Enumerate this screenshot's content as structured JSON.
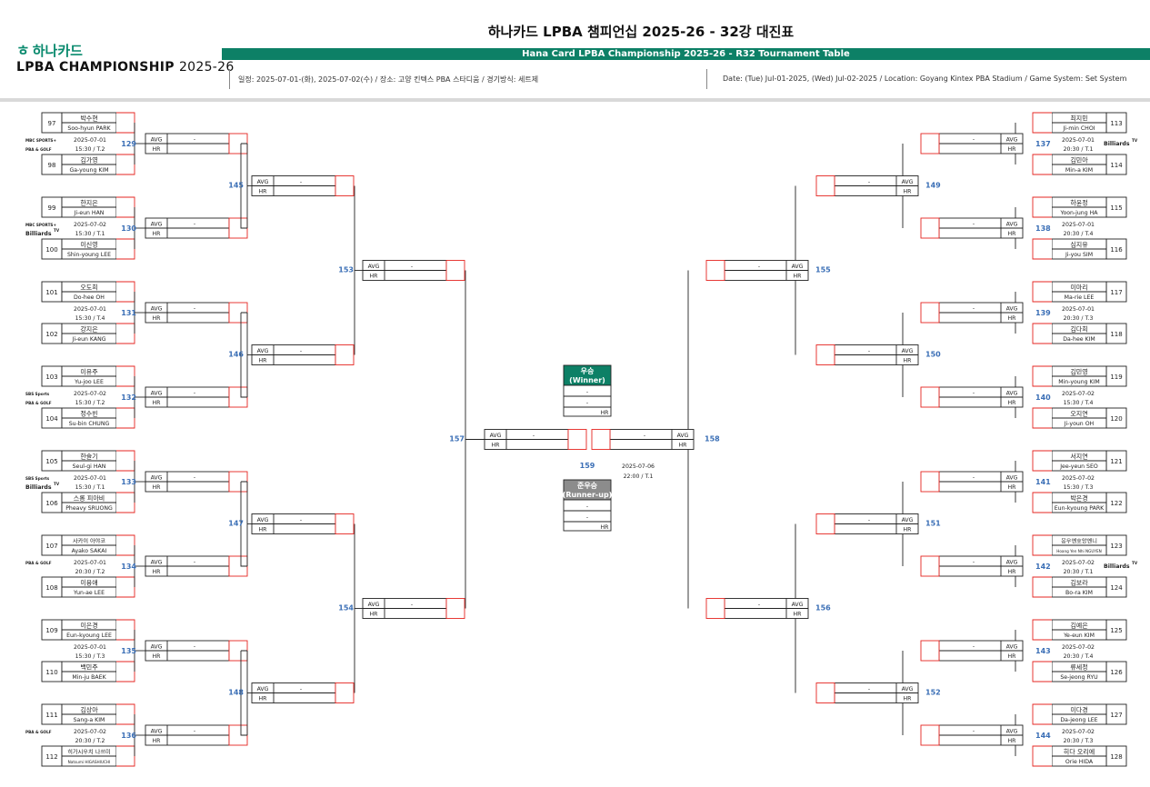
{
  "header": {
    "logo_symbol": "ㅎ",
    "logo_name": "하나카드",
    "logo_champ": "LPBA CHAMPIONSHIP",
    "logo_year": "2025-26",
    "title_ko": "하나카드 LPBA 챔피언십 2025-26 - 32강 대진표",
    "title_en": "Hana Card LPBA Championship 2025-26 - R32 Tournament Table",
    "info_ko": "일정: 2025-07-01-(화), 2025-07-02(수) / 장소: 고양 킨텍스 PBA 스타디움 / 경기방식: 세트제",
    "info_en": "Date: (Tue) Jul-01-2025, (Wed) Jul-02-2025 / Location: Goyang Kintex PBA Stadium / Game System: Set System"
  },
  "labels": {
    "avg": "AVG",
    "hr": "HR",
    "dash": "-"
  },
  "broadcast": {
    "mbc": "MBC SPORTS+",
    "pba": "PBA & GOLF",
    "billiards": "Billiards",
    "billiards_sup": "TV",
    "sbs": "SBS Sports"
  },
  "players": [
    {
      "seed": "97",
      "ko": "박수현",
      "en": "Soo-hyun PARK"
    },
    {
      "seed": "98",
      "ko": "김가영",
      "en": "Ga-young KIM"
    },
    {
      "seed": "99",
      "ko": "한지은",
      "en": "Ji-eun HAN"
    },
    {
      "seed": "100",
      "ko": "이신영",
      "en": "Shin-young LEE"
    },
    {
      "seed": "101",
      "ko": "오도희",
      "en": "Do-hee OH"
    },
    {
      "seed": "102",
      "ko": "강지은",
      "en": "Ji-eun KANG"
    },
    {
      "seed": "103",
      "ko": "이유주",
      "en": "Yu-joo LEE"
    },
    {
      "seed": "104",
      "ko": "정수빈",
      "en": "Su-bin CHUNG"
    },
    {
      "seed": "105",
      "ko": "한슬기",
      "en": "Seul-gi HAN"
    },
    {
      "seed": "106",
      "ko": "스롱 피아비",
      "en": "Pheavy SRUONG"
    },
    {
      "seed": "107",
      "ko": "사카이 아야코",
      "en": "Ayako SAKAI"
    },
    {
      "seed": "108",
      "ko": "이용애",
      "en": "Yun-ae LEE"
    },
    {
      "seed": "109",
      "ko": "이은경",
      "en": "Eun-kyoung LEE"
    },
    {
      "seed": "110",
      "ko": "백민주",
      "en": "Min-ju BAEK"
    },
    {
      "seed": "111",
      "ko": "김상아",
      "en": "Sang-a KIM"
    },
    {
      "seed": "112",
      "ko": "히가시우치 나쓰미",
      "en": "Natsumi HIGASHIUCHI"
    },
    {
      "seed": "113",
      "ko": "최지민",
      "en": "Ji-min CHOI"
    },
    {
      "seed": "114",
      "ko": "김민아",
      "en": "Min-a KIM"
    },
    {
      "seed": "115",
      "ko": "하윤정",
      "en": "Yoon-jung HA"
    },
    {
      "seed": "116",
      "ko": "심지유",
      "en": "Ji-you SIM"
    },
    {
      "seed": "117",
      "ko": "이마리",
      "en": "Ma-rie LEE"
    },
    {
      "seed": "118",
      "ko": "김다희",
      "en": "Da-hee KIM"
    },
    {
      "seed": "119",
      "ko": "김민영",
      "en": "Min-young KIM"
    },
    {
      "seed": "120",
      "ko": "오지연",
      "en": "Ji-youn OH"
    },
    {
      "seed": "121",
      "ko": "서지연",
      "en": "Jee-yeun SEO"
    },
    {
      "seed": "122",
      "ko": "박은경",
      "en": "Eun-kyoung PARK"
    },
    {
      "seed": "123",
      "ko": "응우옌호앙옌니",
      "en": "Hoang Yen Nhi NGUYEN"
    },
    {
      "seed": "124",
      "ko": "김보라",
      "en": "Bo-ra KIM"
    },
    {
      "seed": "125",
      "ko": "김예은",
      "en": "Ye-eun KIM"
    },
    {
      "seed": "126",
      "ko": "류세정",
      "en": "Se-jeong RYU"
    },
    {
      "seed": "127",
      "ko": "이다경",
      "en": "Da-jeong LEE"
    },
    {
      "seed": "128",
      "ko": "히다 오리에",
      "en": "Orie HIDA"
    }
  ],
  "r32": [
    {
      "no": "129",
      "date": "2025-07-01",
      "time": "15:30 / T.2",
      "tv": [
        "mbc",
        "pba"
      ]
    },
    {
      "no": "130",
      "date": "2025-07-02",
      "time": "15:30 / T.1",
      "tv": [
        "mbc",
        "billiards"
      ]
    },
    {
      "no": "131",
      "date": "2025-07-01",
      "time": "15:30 / T.4",
      "tv": []
    },
    {
      "no": "132",
      "date": "2025-07-02",
      "time": "15:30 / T.2",
      "tv": [
        "sbs",
        "pba"
      ]
    },
    {
      "no": "133",
      "date": "2025-07-01",
      "time": "15:30 / T.1",
      "tv": [
        "sbs",
        "billiards"
      ]
    },
    {
      "no": "134",
      "date": "2025-07-01",
      "time": "20:30 / T.2",
      "tv": [
        "pba"
      ]
    },
    {
      "no": "135",
      "date": "2025-07-01",
      "time": "15:30 / T.3",
      "tv": []
    },
    {
      "no": "136",
      "date": "2025-07-02",
      "time": "20:30 / T.2",
      "tv": [
        "pba"
      ]
    },
    {
      "no": "137",
      "date": "2025-07-01",
      "time": "20:30 / T.1",
      "tv": [
        "billiards"
      ]
    },
    {
      "no": "138",
      "date": "2025-07-01",
      "time": "20:30 / T.4",
      "tv": []
    },
    {
      "no": "139",
      "date": "2025-07-01",
      "time": "20:30 / T.3",
      "tv": []
    },
    {
      "no": "140",
      "date": "2025-07-02",
      "time": "15:30 / T.4",
      "tv": []
    },
    {
      "no": "141",
      "date": "2025-07-02",
      "time": "15:30 / T.3",
      "tv": []
    },
    {
      "no": "142",
      "date": "2025-07-02",
      "time": "20:30 / T.1",
      "tv": [
        "billiards"
      ]
    },
    {
      "no": "143",
      "date": "2025-07-02",
      "time": "20:30 / T.4",
      "tv": []
    },
    {
      "no": "144",
      "date": "2025-07-02",
      "time": "20:30 / T.3",
      "tv": []
    }
  ],
  "r16": [
    "145",
    "146",
    "147",
    "148",
    "149",
    "150",
    "151",
    "152"
  ],
  "qf": [
    "153",
    "154",
    "155",
    "156"
  ],
  "sf": [
    "157",
    "158"
  ],
  "final": {
    "no": "159",
    "date": "2025-07-06",
    "time": "22:00 / T.1",
    "winner_ko": "우승",
    "winner_en": "(Winner)",
    "runner_ko": "준우승",
    "runner_en": "(Runner-up)"
  },
  "colors": {
    "brand_green": "#0d8066",
    "winner_bg": "#0d8066",
    "runner_bg": "#8c8c8c",
    "match_no": "#3b6fb6",
    "seed_border": "#e52521"
  }
}
